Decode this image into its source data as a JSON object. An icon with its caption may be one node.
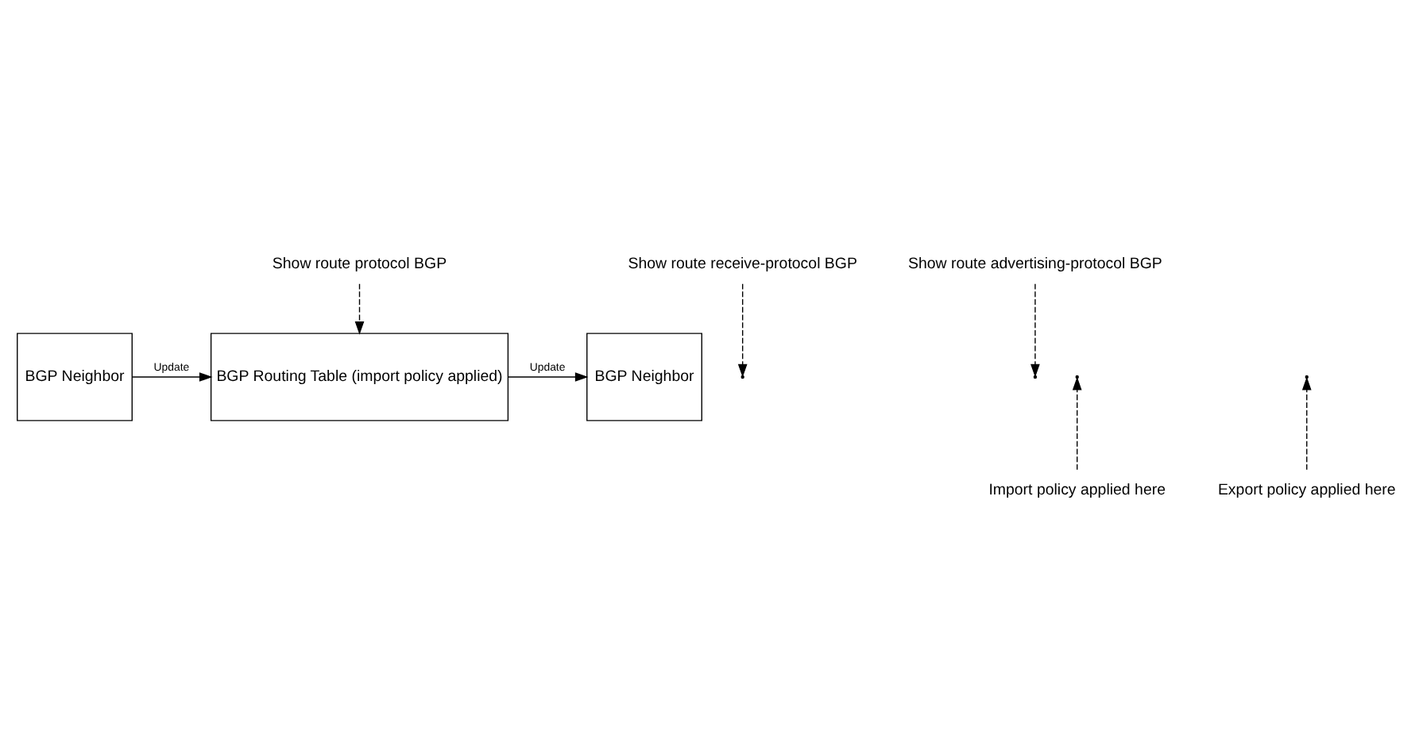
{
  "diagram": {
    "nodes": [
      {
        "text": [
          "BGP Neighbor"
        ]
      },
      {
        "text": [
          "BGP Routing Table (import policy applied)"
        ]
      },
      {
        "text": [
          "BGP Neighbor"
        ]
      },
      {
        "text": [
          "Show route receive-protocol BGP"
        ]
      },
      {
        "text": [
          "Show route protocol BGP"
        ]
      },
      {
        "text": [
          "Show route advertising-protocol BGP"
        ]
      },
      {
        "text": [
          "Import policy applied here"
        ]
      },
      {
        "text": [
          "Export policy applied here"
        ]
      }
    ],
    "edges": [
      {
        "from": 0,
        "to": 1,
        "arrow": "to",
        "label": "Update"
      },
      {
        "from": 1,
        "to": 2,
        "arrow": "to",
        "label": "Update"
      },
      {
        "from": 3,
        "to": null,
        "arrow": "to",
        "style": "dashed"
      },
      {
        "from": 4,
        "to": 1,
        "arrow": "to",
        "style": "dashed"
      },
      {
        "from": 5,
        "to": null,
        "arrow": "to",
        "style": "dashed"
      },
      {
        "from": 6,
        "to": null,
        "arrow": "to",
        "style": "dashed"
      },
      {
        "from": 7,
        "to": null,
        "arrow": "to",
        "style": "dashed"
      }
    ]
  }
}
